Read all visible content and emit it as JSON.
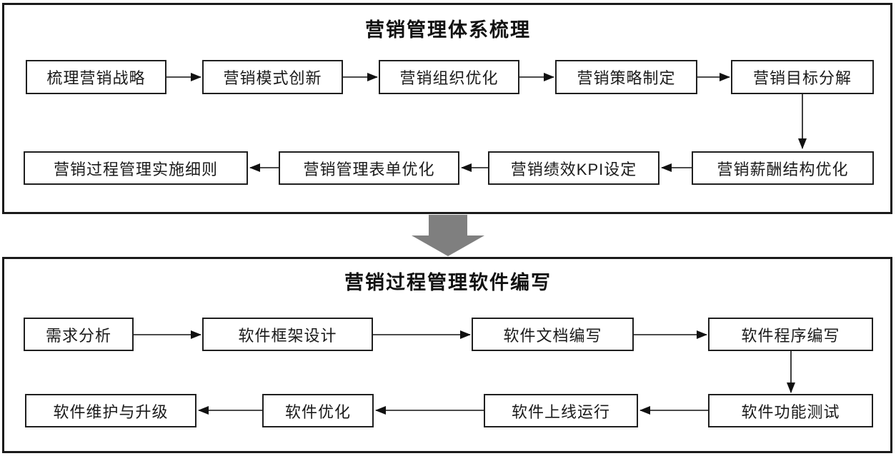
{
  "page": {
    "background": "#ffffff",
    "line_color": "#111111",
    "box_border_color": "#1f1f1f",
    "big_arrow_color": "#7f7f7f"
  },
  "sections": [
    {
      "title": "营销管理体系梳理",
      "row1": [
        "梳理营销战略",
        "营销模式创新",
        "营销组织优化",
        "营销策略制定",
        "营销目标分解"
      ],
      "row2": [
        "营销过程管理实施细则",
        "营销管理表单优化",
        "营销绩效KPI设定",
        "营销薪酬结构优化"
      ],
      "flow_order": [
        "梳理营销战略",
        "营销模式创新",
        "营销组织优化",
        "营销策略制定",
        "营销目标分解",
        "营销薪酬结构优化",
        "营销绩效KPI设定",
        "营销管理表单优化",
        "营销过程管理实施细则"
      ]
    },
    {
      "title": "营销过程管理软件编写",
      "row1": [
        "需求分析",
        "软件框架设计",
        "软件文档编写",
        "软件程序编写"
      ],
      "row2": [
        "软件维护与升级",
        "软件优化",
        "软件上线运行",
        "软件功能测试"
      ],
      "flow_order": [
        "需求分析",
        "软件框架设计",
        "软件文档编写",
        "软件程序编写",
        "软件功能测试",
        "软件上线运行",
        "软件优化",
        "软件维护与升级"
      ]
    }
  ],
  "between_sections": {
    "connector": "big-down-arrow"
  }
}
